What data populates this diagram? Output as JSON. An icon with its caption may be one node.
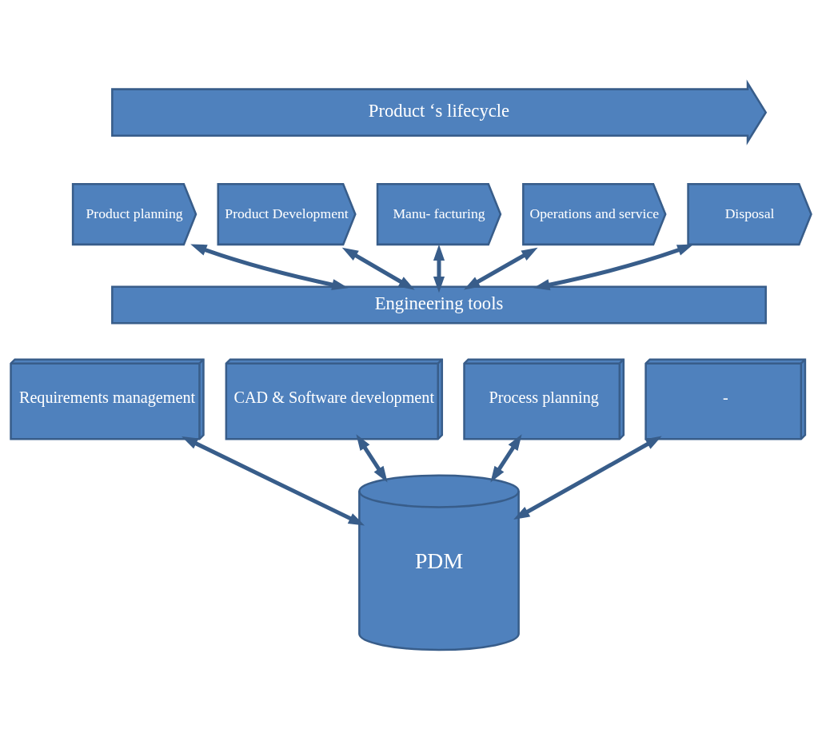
{
  "diagram": {
    "nodes": [
      {
        "text": [
          "Product ‘s lifecycle"
        ]
      },
      {
        "text": [
          "Product planning"
        ]
      },
      {
        "text": [
          "Product Development"
        ]
      },
      {
        "text": [
          "Manu- facturing"
        ]
      },
      {
        "text": [
          "Operations and service"
        ]
      },
      {
        "text": [
          "Disposal"
        ]
      },
      {
        "text": [
          "Engineering tools"
        ]
      },
      {
        "text": [
          "Requirements management"
        ]
      },
      {
        "text": [
          "CAD & Software development"
        ]
      },
      {
        "text": [
          "Process planning"
        ]
      },
      {
        "text": [
          "-"
        ]
      },
      {
        "text": [
          "PDM"
        ]
      }
    ],
    "edges": [
      {
        "from": 1,
        "to": 6,
        "arrow": "both"
      },
      {
        "from": 2,
        "to": 6,
        "arrow": "both"
      },
      {
        "from": 3,
        "to": 6,
        "arrow": "both"
      },
      {
        "from": 4,
        "to": 6,
        "arrow": "both"
      },
      {
        "from": 5,
        "to": 6,
        "arrow": "both"
      },
      {
        "from": 8,
        "to": 11,
        "arrow": "both"
      },
      {
        "from": 9,
        "to": 11,
        "arrow": "both"
      },
      {
        "from": 7,
        "to": 11,
        "arrow": "both"
      },
      {
        "from": 10,
        "to": 11,
        "arrow": "both"
      }
    ]
  }
}
